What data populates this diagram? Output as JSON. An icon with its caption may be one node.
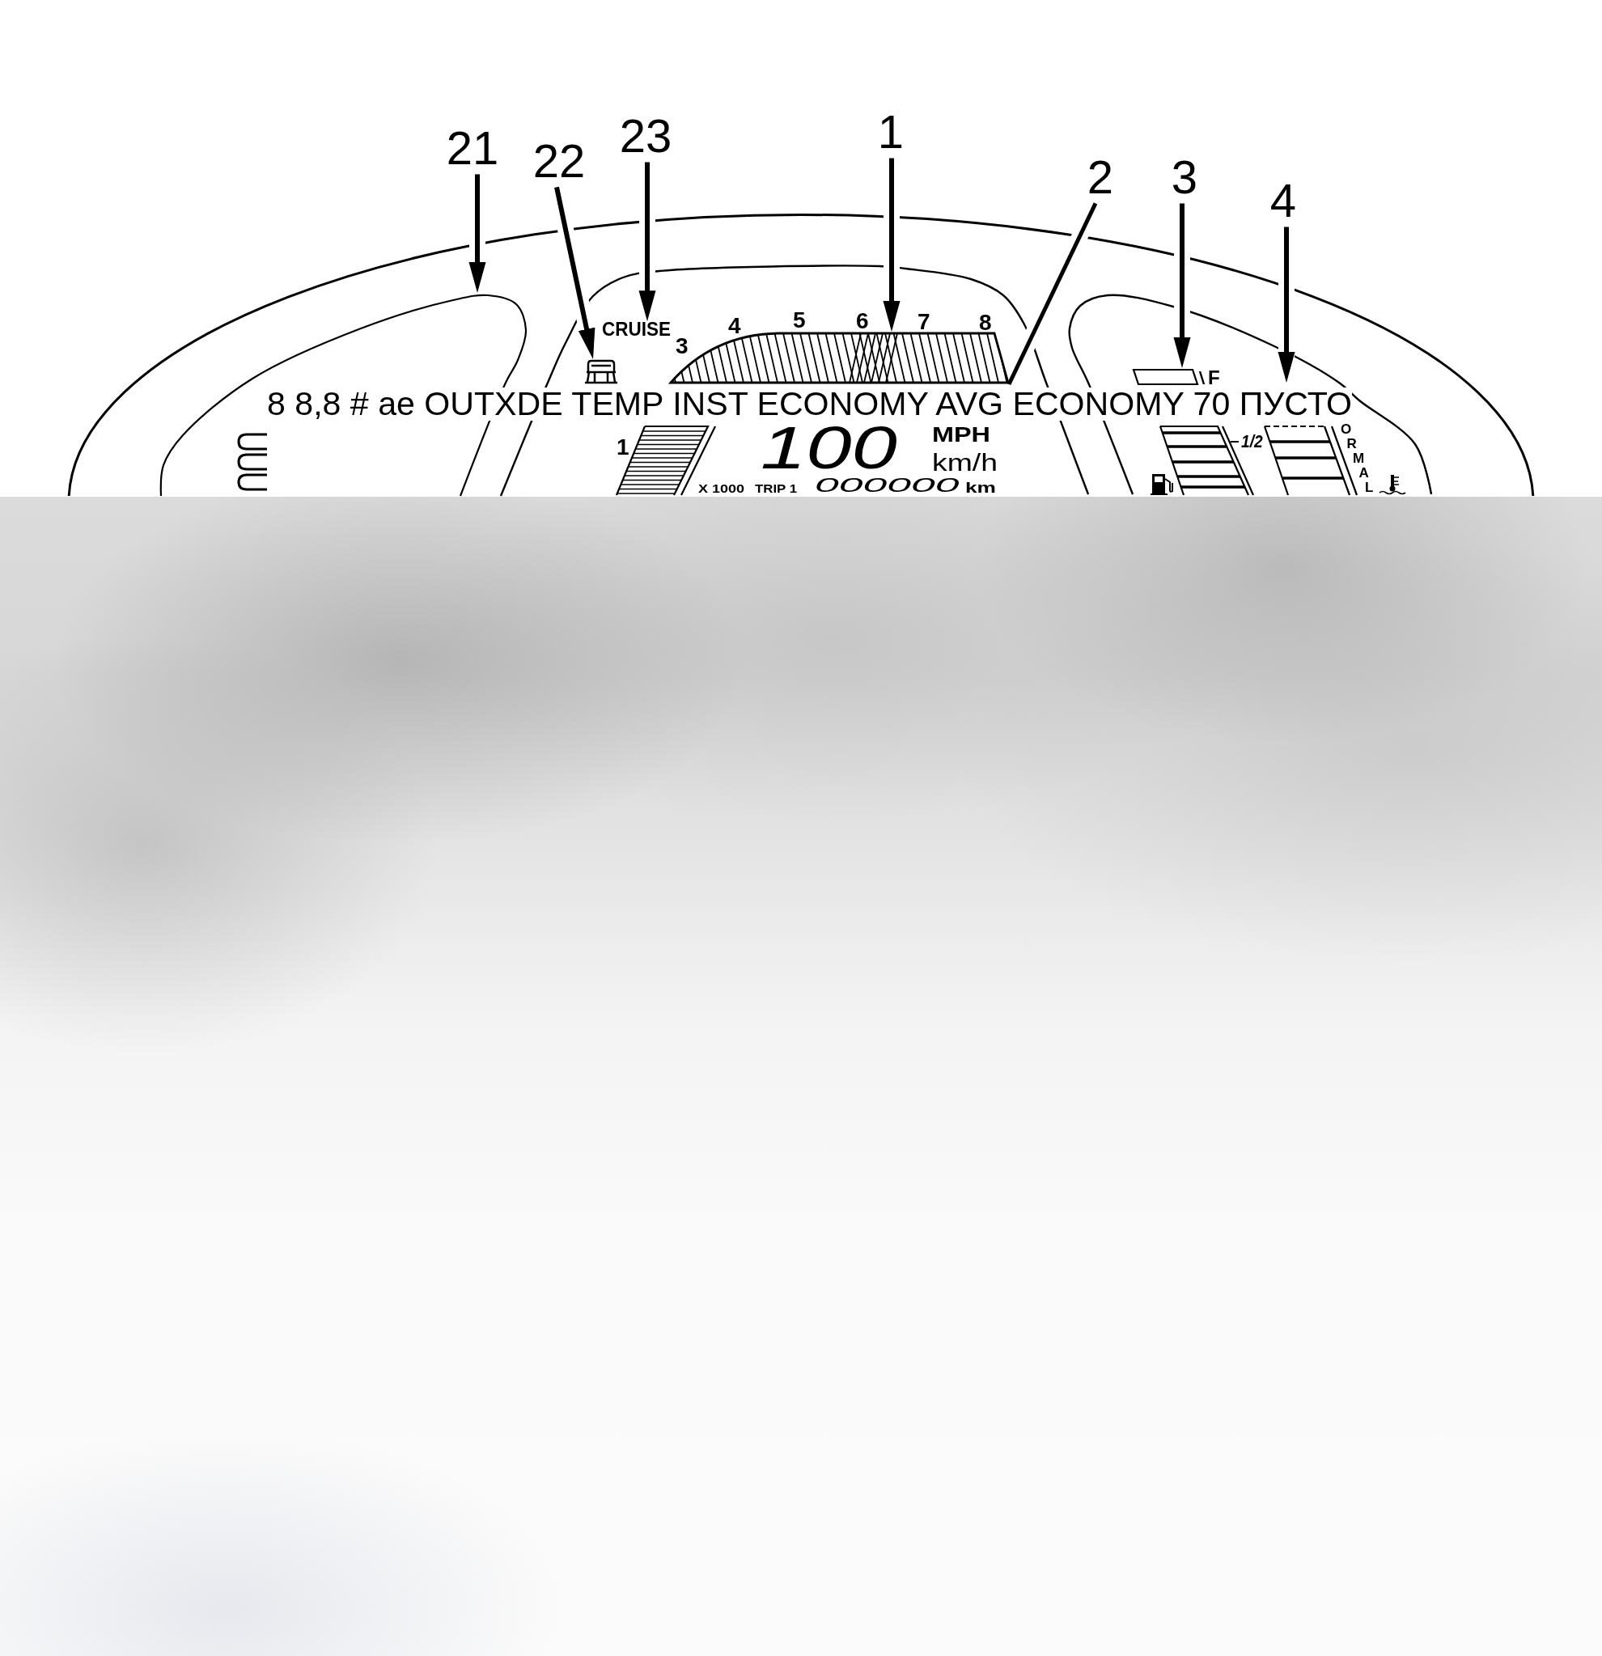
{
  "diagram": {
    "nodes": [
      {
        "text": [
          "21"
        ]
      },
      {
        "text": [
          "22"
        ]
      },
      {
        "text": [
          "23"
        ]
      },
      {
        "text": [
          "1"
        ]
      },
      {
        "text": [
          "2"
        ]
      },
      {
        "text": [
          "3"
        ]
      },
      {
        "text": [
          "4"
        ]
      },
      {
        "text": [],
        "shape": "picture"
      },
      {
        "text": [],
        "shape": "picture"
      },
      {
        "text": [
          "CRUISE"
        ]
      },
      {
        "text": [],
        "shape": "bar",
        "beside": [
          "3",
          "4",
          "5",
          "6",
          "7",
          "8"
        ]
      },
      {
        "text": [],
        "shape": "bar",
        "beside": [
          "F"
        ]
      }
    ],
    "edges": [
      {
        "from": 0,
        "to": 7,
        "arrow": "to"
      },
      {
        "from": 1,
        "to": 8,
        "arrow": "to"
      },
      {
        "from": 2,
        "to": 9,
        "arrow": "to"
      },
      {
        "from": 3,
        "to": 10,
        "arrow": "to"
      },
      {
        "from": 4,
        "to": 10,
        "arrow": "none"
      },
      {
        "from": 5,
        "to": 11,
        "arrow": "to"
      },
      {
        "from": 6,
        "to": null,
        "arrow": "to"
      }
    ],
    "labels": [
      "8 8,8 # ae OUTXDE TEMP INST ECONOMY AVG ECONOMY 70 ПУСТО",
      "1",
      "100",
      "MPH",
      "km/h",
      "1/2",
      "ORMAL",
      "X 1000",
      "TRIP 1",
      "000000",
      "km"
    ]
  }
}
